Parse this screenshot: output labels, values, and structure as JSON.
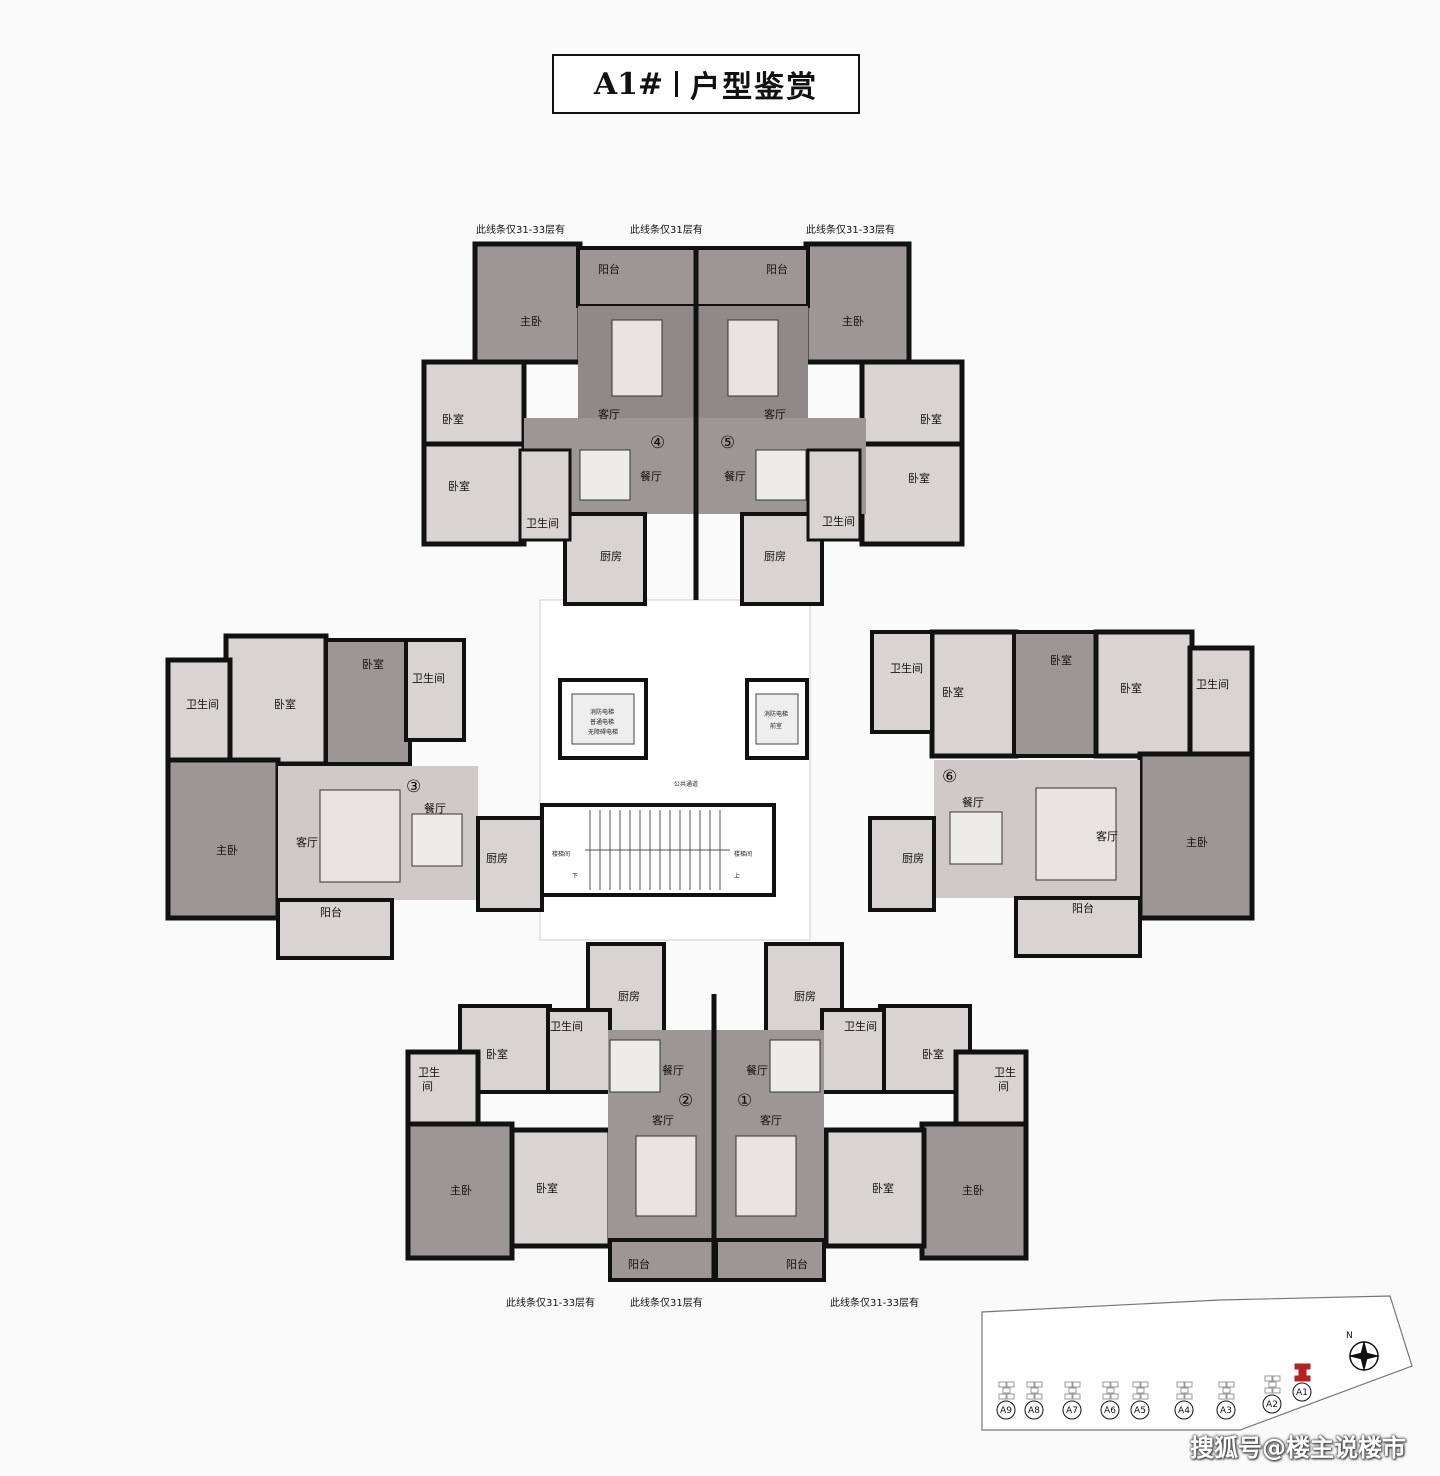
{
  "title": {
    "code": "A1#",
    "name": "户型鉴赏"
  },
  "rooms": {
    "master_bedroom": "主卧",
    "bedroom": "卧室",
    "living_room": "客厅",
    "dining_room": "餐厅",
    "kitchen": "厨房",
    "bathroom": "卫生间",
    "bathroom_split_top": "卫生",
    "bathroom_split_bottom": "间",
    "balcony": "阳台",
    "stair_room": "楼梯间",
    "corridor": "公共通道",
    "down": "下",
    "up": "上",
    "elevator_left_1": "消防电梯",
    "elevator_left_2": "普通电梯",
    "elevator_left_3": "无障碍电梯",
    "elevator_right_1": "消防电梯",
    "elevator_right_2": "前室"
  },
  "notes": {
    "floors_31_33": "此线条仅31-33层有",
    "floor_31": "此线条仅31层有"
  },
  "units": [
    "①",
    "②",
    "③",
    "④",
    "⑤",
    "⑥"
  ],
  "site_map": {
    "north": "N",
    "buildings": [
      "A9",
      "A8",
      "A7",
      "A6",
      "A5",
      "A4",
      "A3",
      "A2",
      "A1"
    ],
    "highlight": "A1",
    "highlight_color": "#b22222"
  },
  "colors": {
    "floor": "#9c9796",
    "wall": "#1a1a1a",
    "light_floor": "#d8d4d3",
    "paper": "#fbfafa"
  },
  "watermark": "搜狐号@楼主说楼市"
}
